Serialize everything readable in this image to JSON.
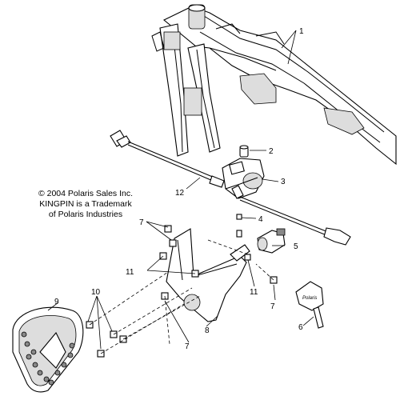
{
  "notice": {
    "line1": "© 2004 Polaris Sales Inc.",
    "line2": "KINGPIN is a Trademark",
    "line3": "of Polaris Industries"
  },
  "callouts": {
    "c1": "1",
    "c2": "2",
    "c3": "3",
    "c4": "4",
    "c5": "5",
    "c6": "6",
    "c7a": "7",
    "c7b": "7",
    "c7c": "7",
    "c8": "8",
    "c9": "9",
    "c10": "10",
    "c11a": "11",
    "c11b": "11",
    "c12": "12"
  },
  "key_text": "Polaris"
}
